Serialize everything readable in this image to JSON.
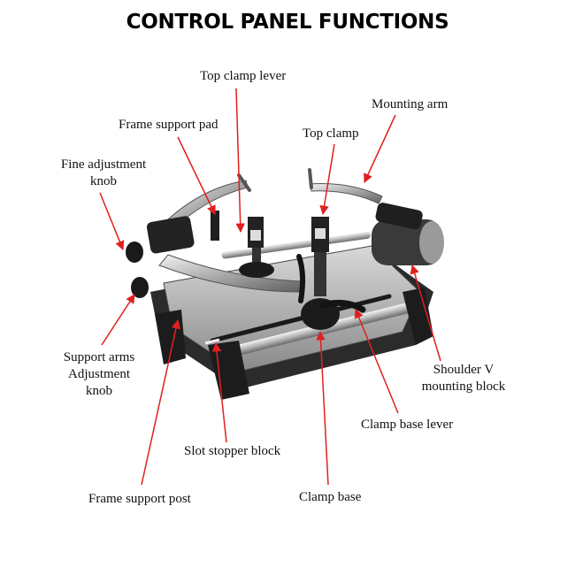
{
  "title": "CONTROL PANEL FUNCTIONS",
  "labels": {
    "top_clamp_lever": "Top clamp lever",
    "mounting_arm": "Mounting arm",
    "frame_support_pad": "Frame support pad",
    "top_clamp": "Top clamp",
    "fine_adjustment_knob_1": "Fine adjustment",
    "fine_adjustment_knob_2": "knob",
    "support_arms_1": "Support arms",
    "support_arms_2": "Adjustment",
    "support_arms_3": "knob",
    "shoulder_v_1": "Shoulder V",
    "shoulder_v_2": "mounting block",
    "clamp_base_lever": "Clamp base lever",
    "slot_stopper_block": "Slot stopper block",
    "frame_support_post": "Frame support post",
    "clamp_base": "Clamp base"
  },
  "colors": {
    "arrow": "#e0201e",
    "title": "#000000"
  }
}
